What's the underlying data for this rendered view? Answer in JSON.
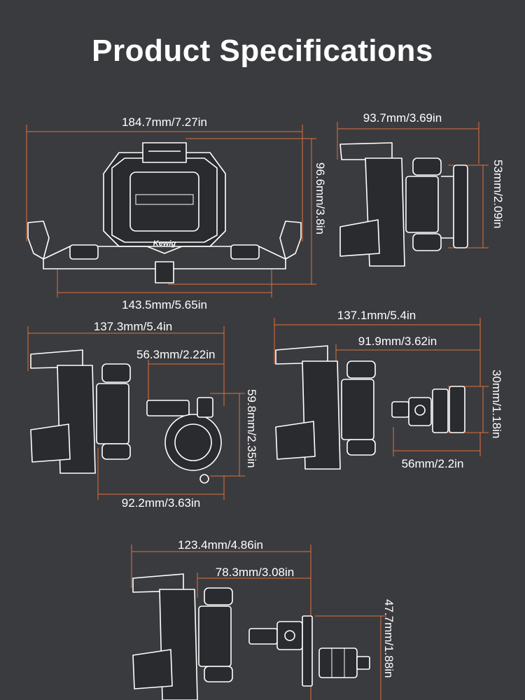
{
  "page": {
    "title": "Product Specifications",
    "colors": {
      "background": "#3a3b3f",
      "dimension_line": "#e0703a",
      "drawing": "#ffffff"
    }
  },
  "views": {
    "front": {
      "width_label": "184.7mm/7.27in",
      "height_label": "96.6mm/3.8in",
      "base_label": "143.5mm/5.65in",
      "logo_text": "Kewig"
    },
    "side": {
      "width_label": "93.7mm/3.69in",
      "clamp_label": "53mm/2.09in"
    },
    "bar_mount": {
      "width_label": "137.3mm/5.4in",
      "arm_label": "56.3mm/2.22in",
      "height_label": "59.8mm/2.35in",
      "depth_label": "92.2mm/3.63in"
    },
    "ball_mount": {
      "width_label": "137.1mm/5.4in",
      "depth_label": "91.9mm/3.62in",
      "height_label": "30mm/1.18in",
      "arm_label": "56mm/2.2in"
    },
    "stem_mount": {
      "width_label": "123.4mm/4.86in",
      "depth_label": "78.3mm/3.08in",
      "height_label": "47.7mm/1.88in"
    }
  }
}
